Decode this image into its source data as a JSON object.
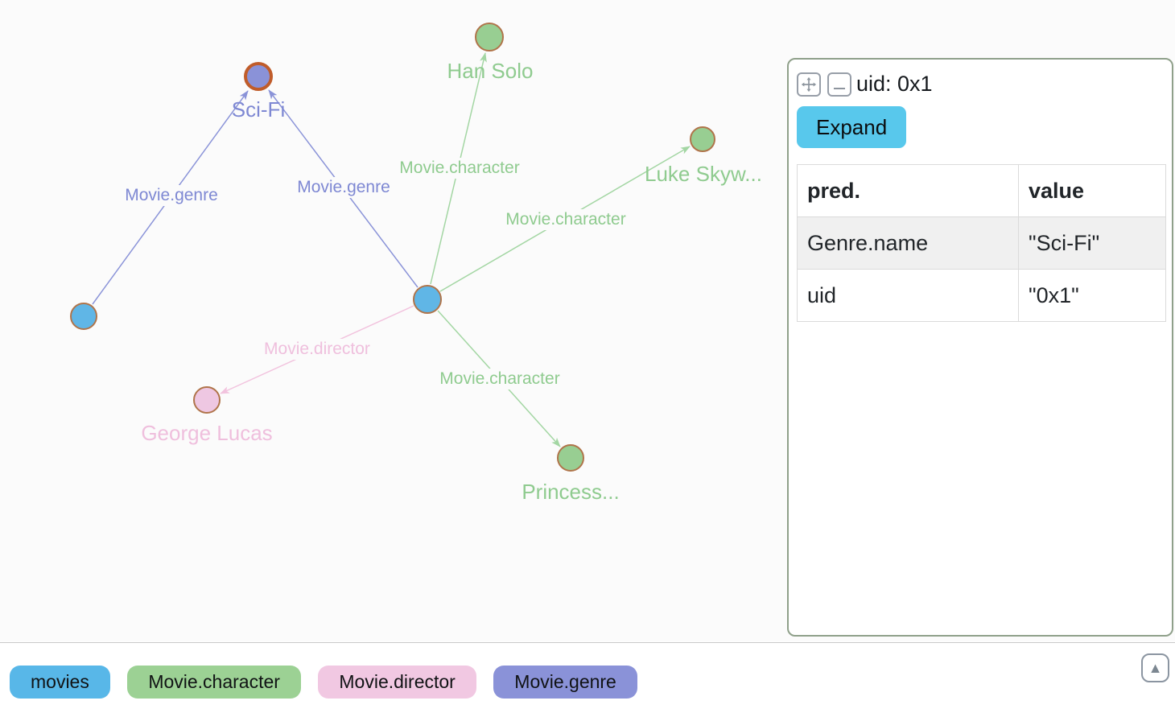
{
  "graph": {
    "background": "#fbfbfb",
    "nodes": [
      {
        "label": "Sci-Fi",
        "type": "Movie.genre",
        "fill": "#8a92d8",
        "border": "#c05c2a",
        "selected": true
      },
      {
        "label": "Han Solo",
        "type": "Movie.character",
        "fill": "#98ce92",
        "border": "#b0744a",
        "selected": false
      },
      {
        "label": "Luke Skyw...",
        "type": "Movie.character",
        "fill": "#98ce92",
        "border": "#b0744a",
        "selected": false
      },
      {
        "label": "",
        "type": "movies",
        "fill": "#60b6e6",
        "border": "#b0744a",
        "selected": false
      },
      {
        "label": "",
        "type": "movies",
        "fill": "#60b6e6",
        "border": "#b0744a",
        "selected": false
      },
      {
        "label": "George Lucas",
        "type": "Movie.director",
        "fill": "#eec7e2",
        "border": "#b0744a",
        "selected": false
      },
      {
        "label": "Princess...",
        "type": "Movie.character",
        "fill": "#98ce92",
        "border": "#b0744a",
        "selected": false
      }
    ],
    "edges": [
      {
        "label": "Movie.genre",
        "from": "movie-left",
        "to": "Sci-Fi",
        "color": "#8a93d8"
      },
      {
        "label": "Movie.genre",
        "from": "movie-center",
        "to": "Sci-Fi",
        "color": "#8a93d8"
      },
      {
        "label": "Movie.character",
        "from": "movie-center",
        "to": "Han Solo",
        "color": "#a3d6a3"
      },
      {
        "label": "Movie.character",
        "from": "movie-center",
        "to": "Luke Skyw...",
        "color": "#a3d6a3"
      },
      {
        "label": "Movie.character",
        "from": "movie-center",
        "to": "Princess...",
        "color": "#a3d6a3"
      },
      {
        "label": "Movie.director",
        "from": "movie-center",
        "to": "George Lucas",
        "color": "#f2c3de"
      }
    ]
  },
  "panel": {
    "title": "uid: 0x1",
    "expand_button": "Expand",
    "table": {
      "headers": [
        "pred.",
        "value"
      ],
      "rows": [
        {
          "pred": "Genre.name",
          "value": "\"Sci-Fi\""
        },
        {
          "pred": "uid",
          "value": "\"0x1\""
        }
      ]
    }
  },
  "legend": {
    "items": [
      {
        "label": "movies",
        "color": "#58b7e8"
      },
      {
        "label": "Movie.character",
        "color": "#9cd194"
      },
      {
        "label": "Movie.director",
        "color": "#f1c8e2"
      },
      {
        "label": "Movie.genre",
        "color": "#8a92d8"
      }
    ]
  },
  "scroll_top_icon": "▲"
}
